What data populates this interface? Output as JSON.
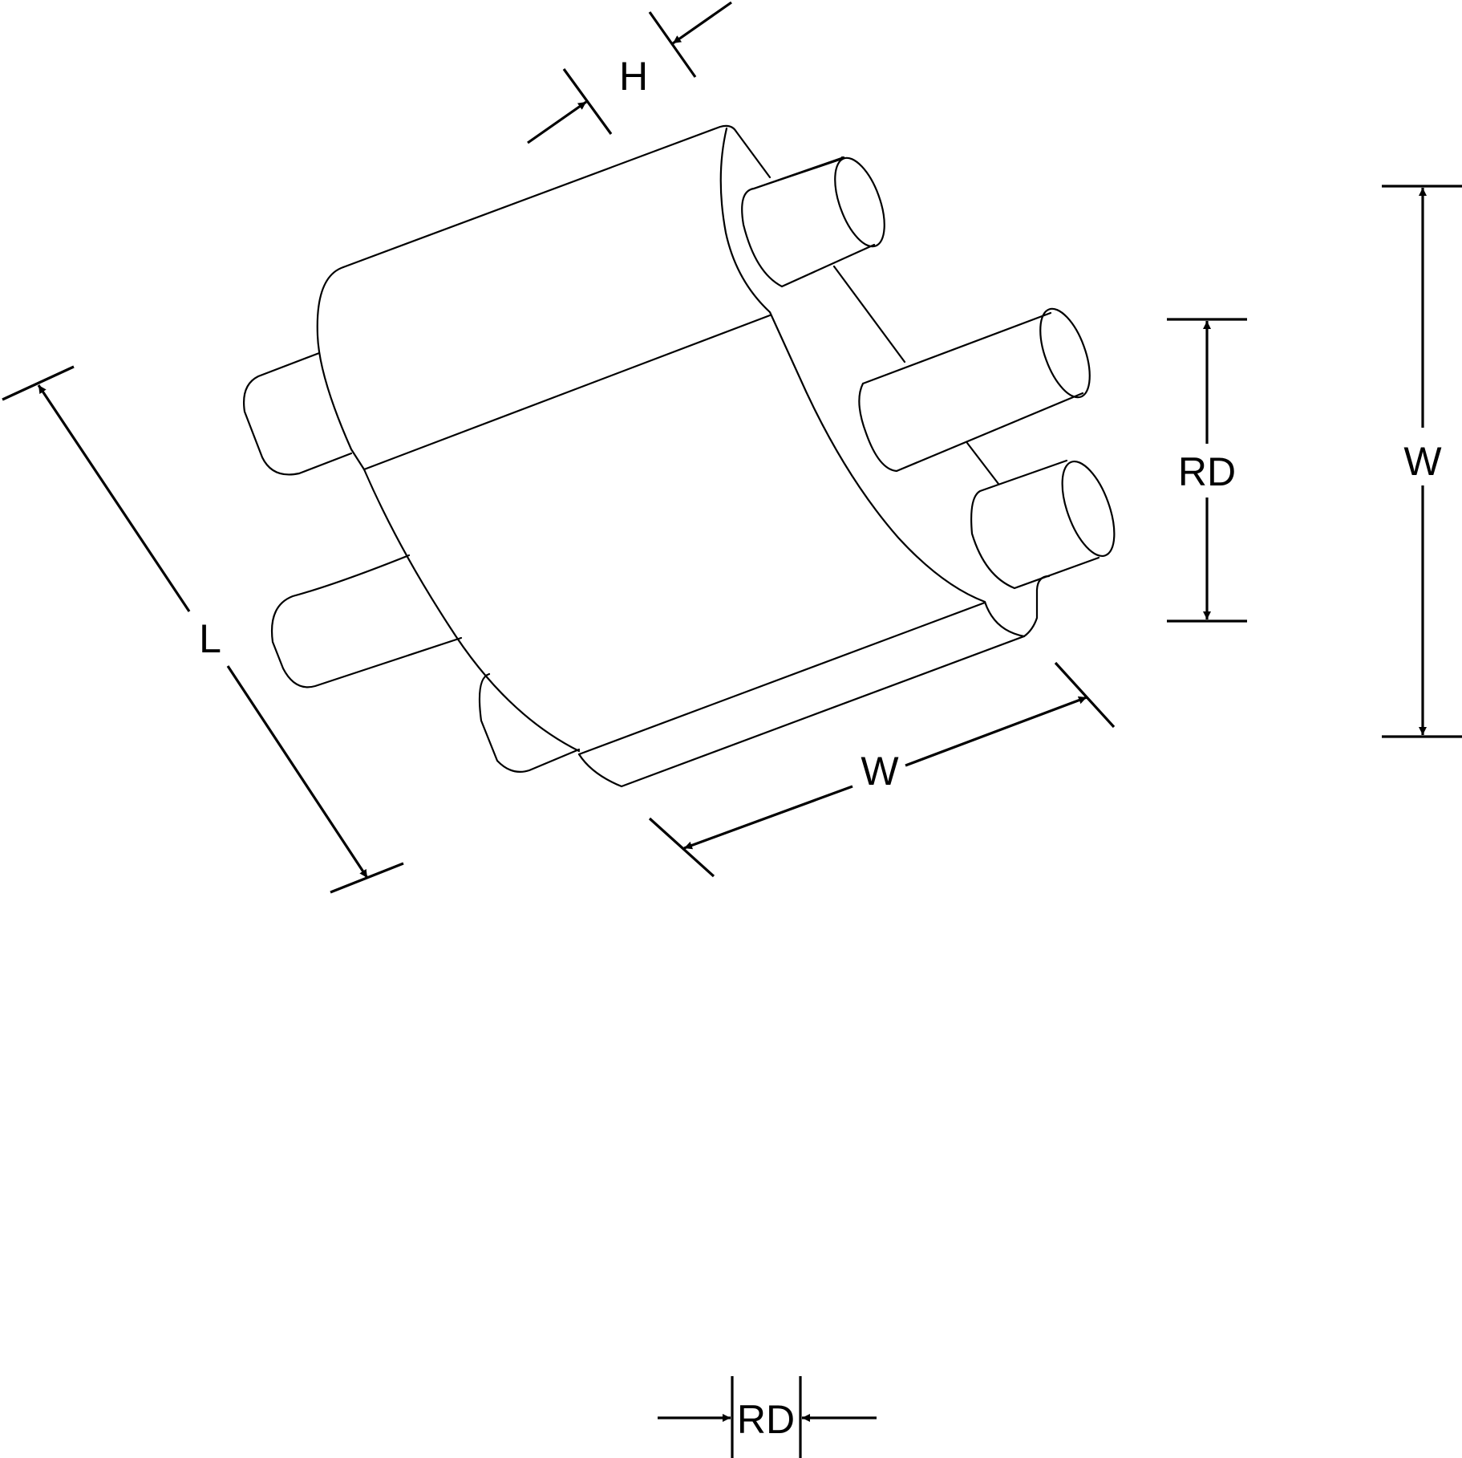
{
  "diagram": {
    "type": "dimension drawing",
    "labels": {
      "height": "H",
      "length": "L",
      "width_iso": "W",
      "width_vertical": "W",
      "rd_vertical": "RD",
      "rd_bottom": "RD"
    }
  }
}
